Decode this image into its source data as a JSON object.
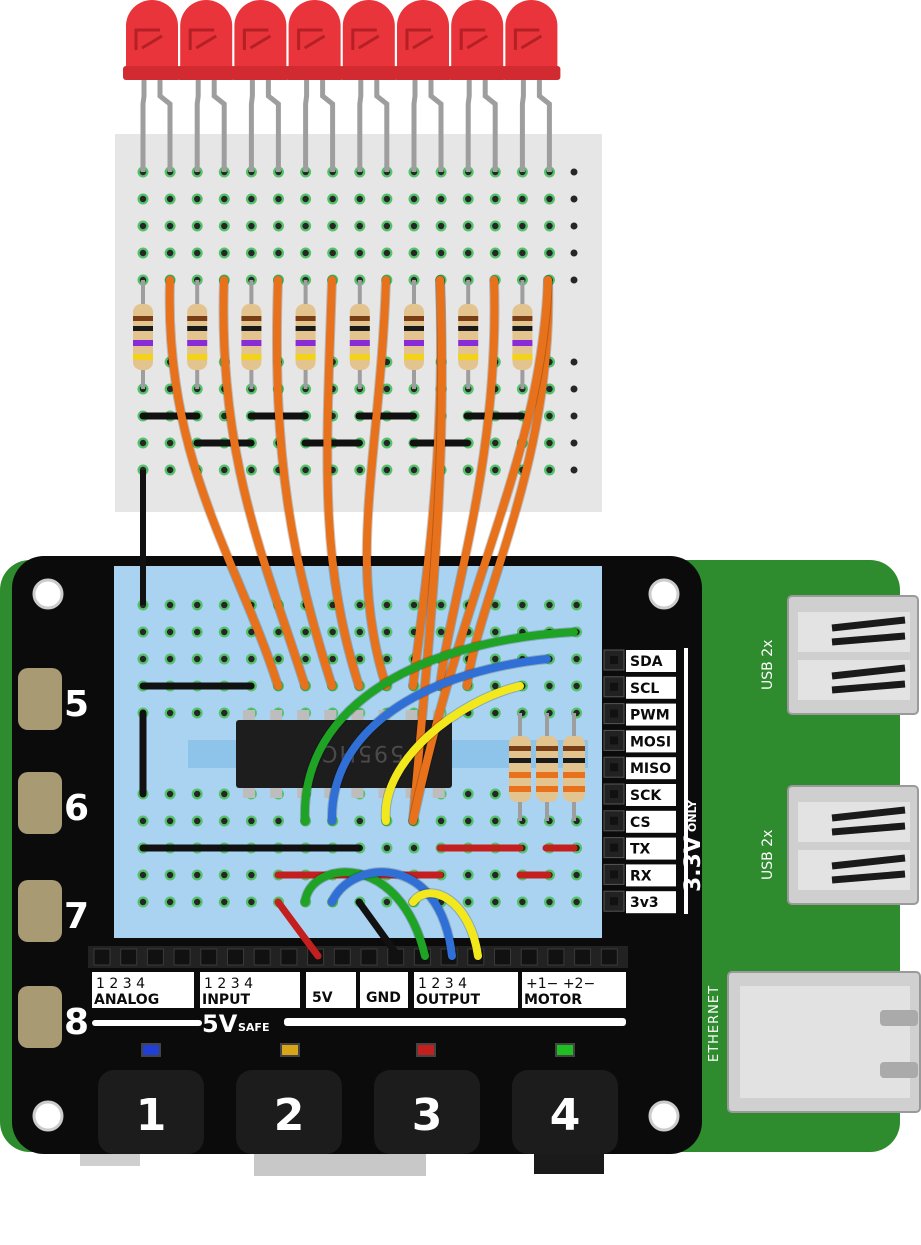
{
  "board": {
    "side_numbers": [
      "5",
      "6",
      "7",
      "8"
    ],
    "buttons": [
      "1",
      "2",
      "3",
      "4"
    ],
    "usb_labels": [
      "USB 2x",
      "USB 2x"
    ],
    "ethernet_label": "ETHERNET",
    "chip_label": "595HC",
    "right_pins": [
      "SDA",
      "SCL",
      "PWM",
      "MOSI",
      "MISO",
      "SCK",
      "CS",
      "TX",
      "RX",
      "3v3"
    ],
    "voltage_note": "3.3V",
    "voltage_only": "ONLY",
    "header_groups": [
      {
        "title": "ANALOG",
        "numbers": "1  2  3  4"
      },
      {
        "title": "INPUT",
        "numbers": "1  2  3  4"
      },
      {
        "title": "5V",
        "numbers": ""
      },
      {
        "title": "GND",
        "numbers": ""
      },
      {
        "title": "OUTPUT",
        "numbers": "1  2  3  4"
      },
      {
        "title": "MOTOR",
        "numbers": "+1−  +2−"
      }
    ],
    "safe_big": "5V",
    "safe_small": "SAFE"
  },
  "colors": {
    "board_black": "#0b0b0b",
    "pi_green": "#2e8b2e",
    "breadboard": "#e6e6e6",
    "proto_area": "#a9d3f0",
    "wire_orange": "#e8721c",
    "wire_green": "#1fa324",
    "wire_blue": "#2f6fd6",
    "wire_yellow": "#f3e81c",
    "wire_red": "#c41f1f",
    "wire_black": "#111111",
    "led_red": "#e8343a"
  },
  "leds": {
    "count": 8
  },
  "resistors": {
    "count": 8
  },
  "status_leds": [
    "blue",
    "yellow",
    "red",
    "green"
  ]
}
